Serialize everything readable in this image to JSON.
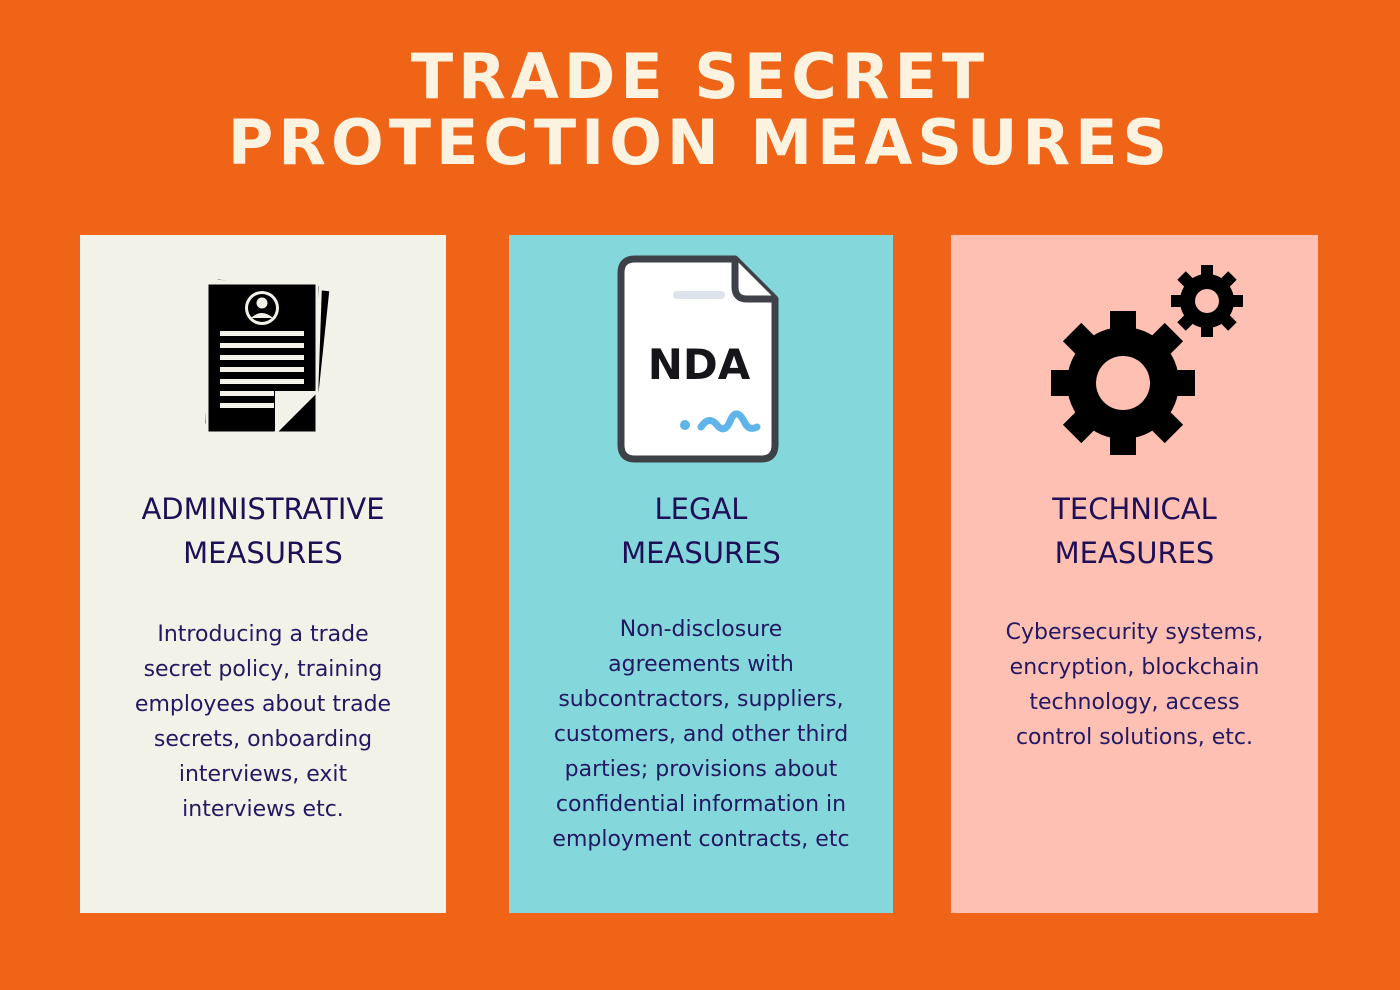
{
  "title": {
    "line1": "TRADE SECRET",
    "line2": "PROTECTION MEASURES"
  },
  "cards": [
    {
      "icon": "documents-icon",
      "heading": [
        "ADMINISTRATIVE",
        "MEASURES"
      ],
      "body": [
        "Introducing a trade",
        "secret policy, training",
        "employees about trade",
        "secrets, onboarding",
        "interviews, exit",
        "interviews etc."
      ]
    },
    {
      "icon": "nda-document-icon",
      "icon_text": "NDA",
      "heading": [
        "LEGAL",
        "MEASURES"
      ],
      "body": [
        "Non-disclosure",
        "agreements with",
        "subcontractors, suppliers,",
        "customers, and other third",
        "parties; provisions about",
        "confidential information in",
        "employment contracts, etc"
      ]
    },
    {
      "icon": "gears-icon",
      "heading": [
        "TECHNICAL",
        "MEASURES"
      ],
      "body": [
        "Cybersecurity systems,",
        "encryption, blockchain",
        "technology, access",
        "control solutions, etc."
      ]
    }
  ],
  "colors": {
    "background": "#F06418",
    "title": "#FBF3E0",
    "card_admin": "#F3F2E8",
    "card_legal": "#84D8DC",
    "card_tech": "#FDC0B2",
    "heading_text": "#1F0F57",
    "body_text": "#241862"
  }
}
